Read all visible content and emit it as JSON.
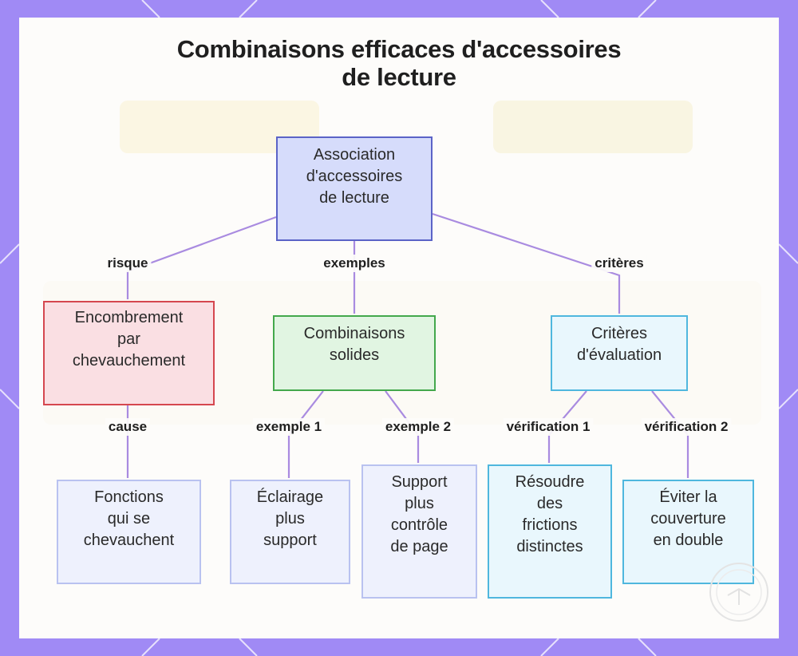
{
  "title": {
    "line1": "Combinaisons efficaces d'accessoires",
    "line2": "de lecture"
  },
  "colors": {
    "frame": "#a08af5",
    "root_fill": "#d6dcfb",
    "root_border": "#5b63c7",
    "risk_fill": "#fadfe3",
    "risk_border": "#d5474f",
    "solid_fill": "#e1f5e2",
    "solid_border": "#43a84c",
    "criteria_fill": "#e9f7fd",
    "criteria_border": "#4fb7de",
    "leaf_fill": "#eef1fd",
    "leaf_border": "#b9c2f0",
    "edge": "#a98be0"
  },
  "nodes": {
    "root": [
      "Association",
      "d'accessoires",
      "de lecture"
    ],
    "risk": [
      "Encombrement",
      "par",
      "chevauchement"
    ],
    "solid": [
      "Combinaisons",
      "solides"
    ],
    "criteria": [
      "Critères",
      "d'évaluation"
    ],
    "overlap": [
      "Fonctions",
      "qui se",
      "chevauchent"
    ],
    "lighting": [
      "Éclairage",
      "plus",
      "support"
    ],
    "support_page": [
      "Support",
      "plus",
      "contrôle",
      "de page"
    ],
    "resolve": [
      "Résoudre",
      "des",
      "frictions",
      "distinctes"
    ],
    "avoid": [
      "Éviter la",
      "couverture",
      "en double"
    ]
  },
  "edges": {
    "risk": "risque",
    "examples": "exemples",
    "criteria": "critères",
    "cause": "cause",
    "example1": "exemple 1",
    "example2": "exemple 2",
    "check1": "vérification 1",
    "check2": "vérification 2"
  }
}
